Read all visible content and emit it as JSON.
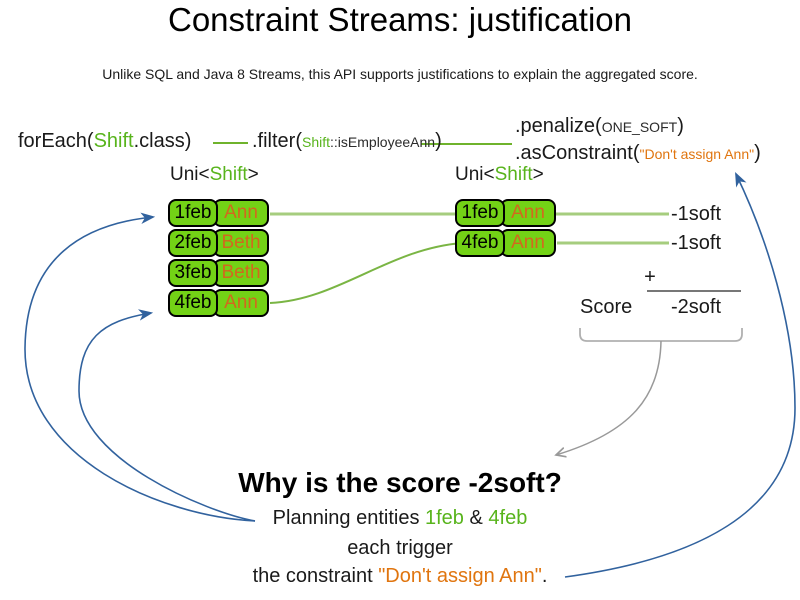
{
  "title": "Constraint Streams: justification",
  "subtitle": "Unlike SQL and Java 8 Streams, this API supports justifications to explain the aggregated score.",
  "code": {
    "foreach_fn": "forEach(",
    "foreach_class": "Shift",
    "foreach_suffix": ".class)",
    "filter_fn": ".filter(",
    "filter_class": "Shift",
    "filter_method": "::isEmployeeAnn",
    "filter_close": ")",
    "penalize_fn": ".penalize(",
    "penalize_arg": "ONE_SOFT",
    "penalize_close": ")",
    "asconstraint_fn": ".asConstraint(",
    "asconstraint_arg": "\"Don't assign Ann\"",
    "asconstraint_close": ")"
  },
  "stream_left": {
    "prefix": "Uni<",
    "type": "Shift",
    "suffix": ">"
  },
  "stream_right": {
    "prefix": "Uni<",
    "type": "Shift",
    "suffix": ">"
  },
  "left_table": {
    "rows": [
      {
        "date": "1feb",
        "employee": "Ann"
      },
      {
        "date": "2feb",
        "employee": "Beth"
      },
      {
        "date": "3feb",
        "employee": "Beth"
      },
      {
        "date": "4feb",
        "employee": "Ann"
      }
    ]
  },
  "right_table": {
    "rows": [
      {
        "date": "1feb",
        "employee": "Ann"
      },
      {
        "date": "4feb",
        "employee": "Ann"
      }
    ]
  },
  "score_panel": {
    "penalty1": "-1soft",
    "penalty2": "-1soft",
    "plus": "+",
    "score_label": "Score",
    "total": "-2soft"
  },
  "explanation": {
    "heading": "Why is the score -2soft?",
    "line1_prefix": "Planning entities ",
    "entity1": "1feb",
    "amp": " & ",
    "entity2": "4feb",
    "line2": "each trigger",
    "line3_prefix": "the constraint ",
    "constraint": "\"Don't assign Ann\"",
    "line3_suffix": "."
  },
  "colors": {
    "cell_green": "#73d216",
    "code_green": "#58b41c",
    "light_green_line": "#a6cd7e",
    "mid_green_line": "#7ab544",
    "cell_orange": "#d2691e",
    "code_orange": "#e0750f",
    "arrow_blue": "#31629e",
    "arrow_gray": "#999999"
  }
}
